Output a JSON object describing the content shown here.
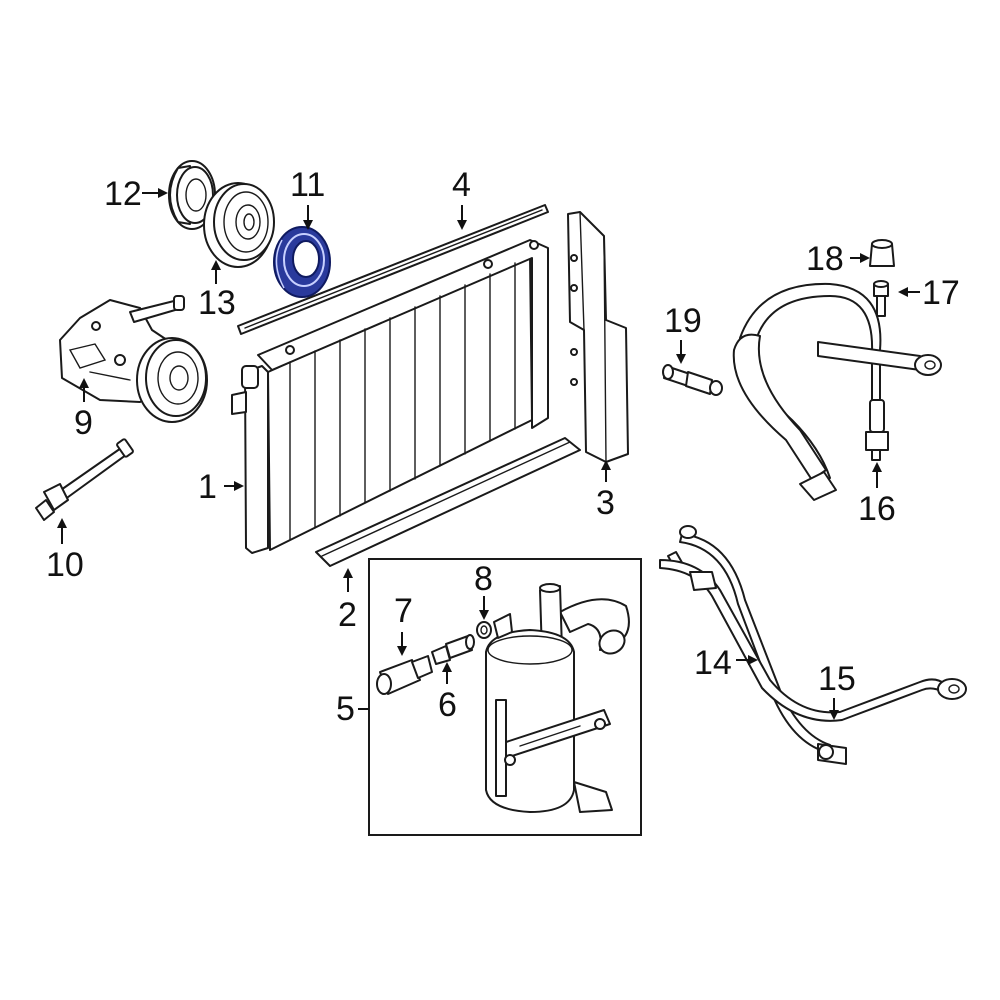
{
  "diagram": {
    "highlight_color": "#2a3a9c",
    "line_color": "#1a1a1a",
    "background": "#ffffff",
    "highlighted_part": "11",
    "callouts": [
      {
        "id": "1",
        "label": "1"
      },
      {
        "id": "2",
        "label": "2"
      },
      {
        "id": "3",
        "label": "3"
      },
      {
        "id": "4",
        "label": "4"
      },
      {
        "id": "5",
        "label": "5"
      },
      {
        "id": "6",
        "label": "6"
      },
      {
        "id": "7",
        "label": "7"
      },
      {
        "id": "8",
        "label": "8"
      },
      {
        "id": "9",
        "label": "9"
      },
      {
        "id": "10",
        "label": "10"
      },
      {
        "id": "11",
        "label": "11"
      },
      {
        "id": "12",
        "label": "12"
      },
      {
        "id": "13",
        "label": "13"
      },
      {
        "id": "14",
        "label": "14"
      },
      {
        "id": "15",
        "label": "15"
      },
      {
        "id": "16",
        "label": "16"
      },
      {
        "id": "17",
        "label": "17"
      },
      {
        "id": "18",
        "label": "18"
      },
      {
        "id": "19",
        "label": "19"
      }
    ]
  }
}
